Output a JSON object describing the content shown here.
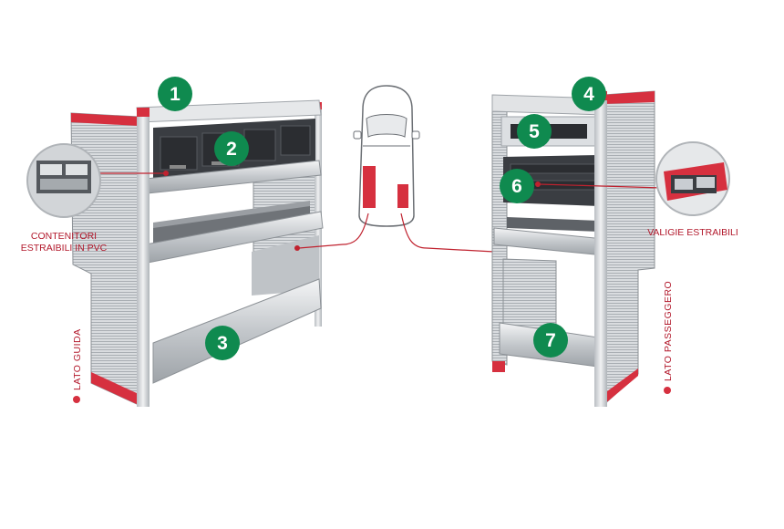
{
  "callouts": {
    "left": {
      "line1": "CONTENITORI",
      "line2": "ESTRAIBILI IN PVC"
    },
    "right": {
      "line1": "VALIGIE ESTRAIBILI"
    }
  },
  "side_labels": {
    "left": "LATO GUIDA",
    "right": "LATO PASSEGGERO"
  },
  "badges": [
    "1",
    "2",
    "3",
    "4",
    "5",
    "6",
    "7"
  ],
  "colors": {
    "badge_green": "#0f8a4f",
    "accent_red": "#d6303f",
    "frame_silver": "#c9cdd2",
    "drawer_dark": "#3a3d42"
  }
}
